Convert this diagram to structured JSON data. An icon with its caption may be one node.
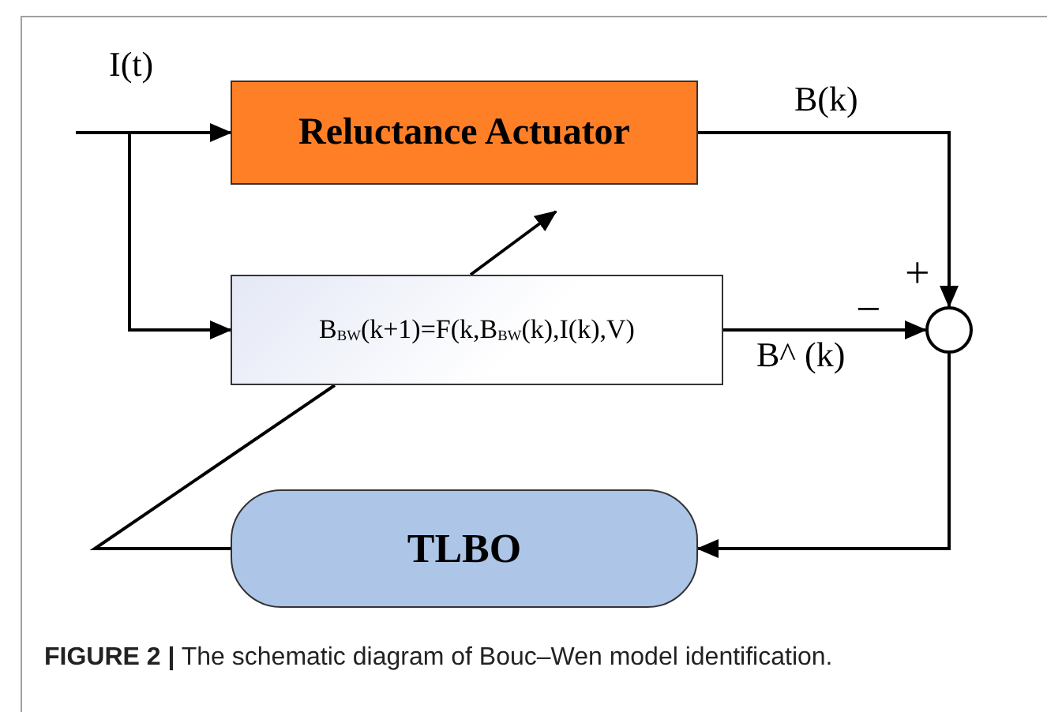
{
  "diagram": {
    "caption": "**FIGURE 2 |** The schematic diagram of Bouc–Wen model identification.",
    "nodes": [
      {
        "text": [
          "Reluctance Actuator"
        ]
      },
      {
        "text": [
          "B$_{BW}$(k+1)=F(k,B$_{BW}$(k),I(k),V)"
        ]
      },
      {
        "text": [],
        "shape": "circle"
      },
      {
        "text": [
          "TLBO"
        ]
      }
    ],
    "edges": [
      {
        "from": null,
        "to": 0,
        "arrow": "to",
        "label": "I(t)"
      },
      {
        "from": null,
        "to": 1,
        "arrow": "to"
      },
      {
        "from": 0,
        "to": 2,
        "arrow": "to",
        "label": "B(k)"
      },
      {
        "from": 1,
        "to": 2,
        "arrow": "to",
        "label": "B^ (k)"
      },
      {
        "from": 2,
        "to": 3,
        "arrow": "to"
      },
      {
        "from": 3,
        "to": 1,
        "arrow": "none"
      },
      {
        "from": 1,
        "to": 0,
        "arrow": "to"
      }
    ],
    "labels": [
      "+",
      "−"
    ]
  }
}
